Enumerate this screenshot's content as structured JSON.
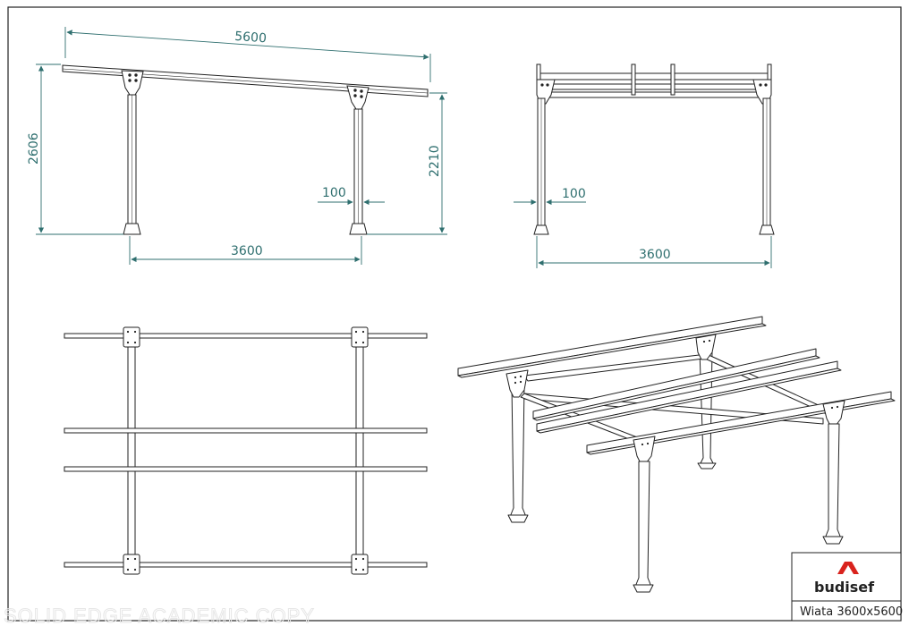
{
  "side_view": {
    "overall_length": "5600",
    "total_height": "2606",
    "post_height": "2210",
    "post_width": "100",
    "post_spacing": "3600"
  },
  "front_view": {
    "post_width": "100",
    "width": "3600"
  },
  "title_block": {
    "brand": "budisef",
    "caption": "Wiata 3600x5600",
    "logo_color": "#d9231d"
  },
  "watermark": "SOLID EDGE ACADEMIC COPY",
  "colors": {
    "dimension": "#2f6f6f",
    "line": "#222222"
  }
}
